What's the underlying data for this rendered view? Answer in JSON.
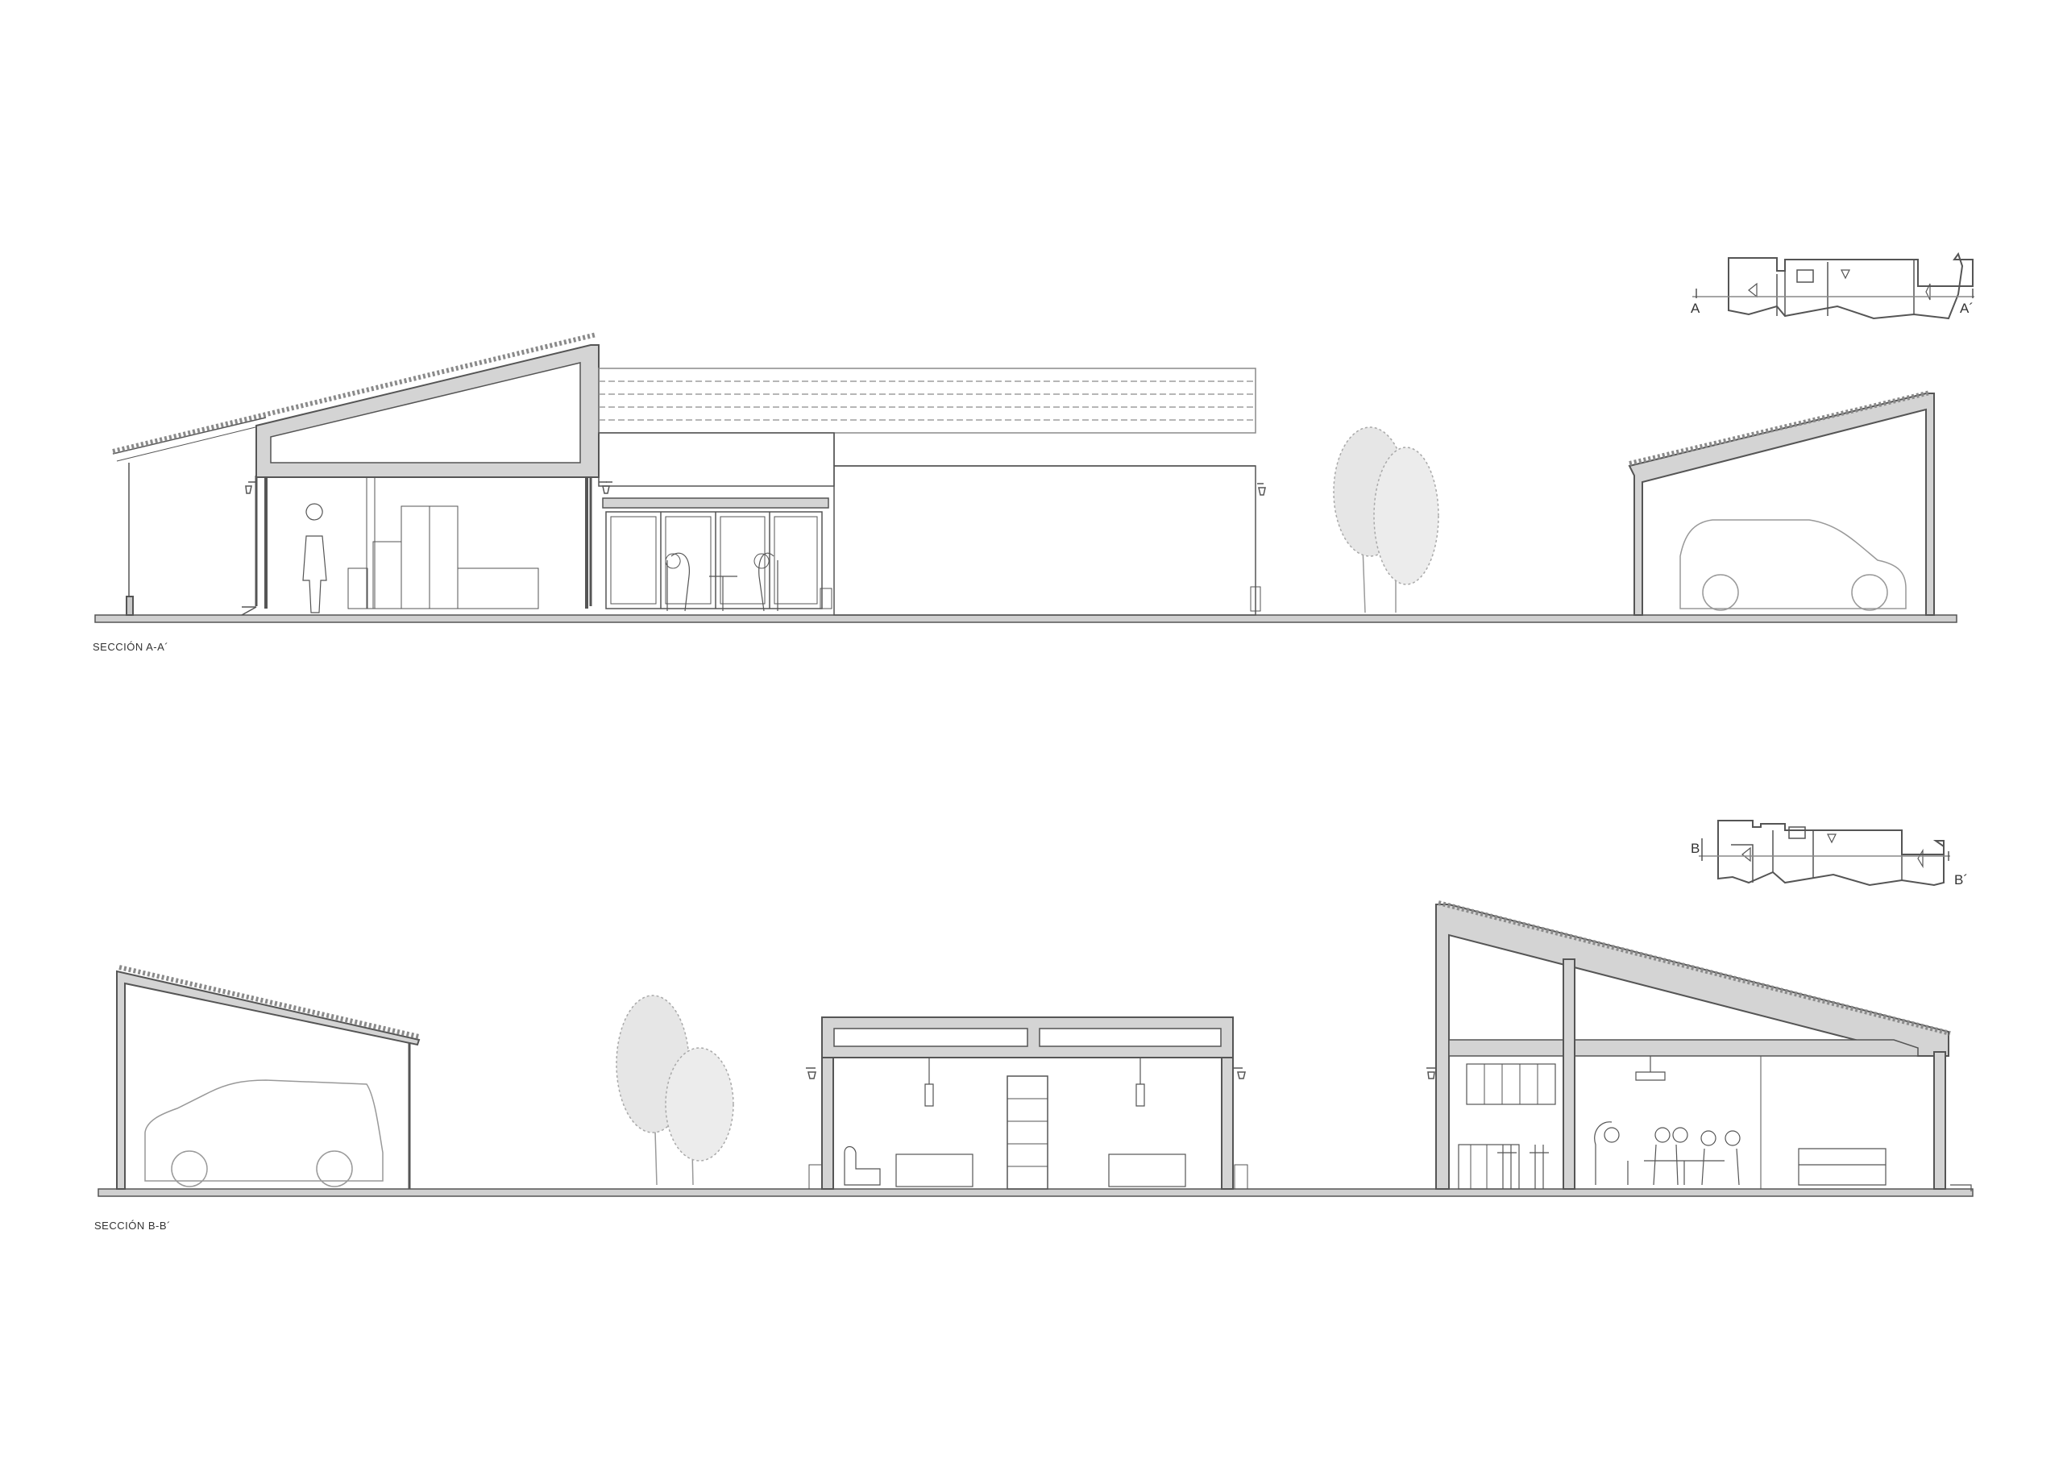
{
  "sections": [
    {
      "id": "a",
      "title": "SECCIÓN A-A´",
      "key_plan": {
        "cut_start_label": "A",
        "cut_end_label": "A´"
      }
    },
    {
      "id": "b",
      "title": "SECCIÓN B-B´",
      "key_plan": {
        "cut_start_label": "B",
        "cut_end_label": "B´"
      }
    }
  ],
  "colors": {
    "line": "#555555",
    "fine_line": "#9a9a9a",
    "cut_fill": "#c8c8c8",
    "tile": "#8a8a8a",
    "foliage": "#a9a9a9"
  }
}
